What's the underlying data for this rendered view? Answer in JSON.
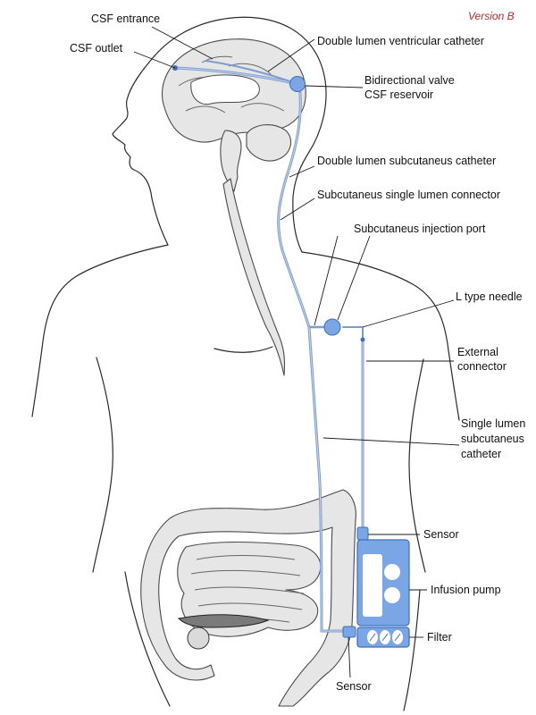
{
  "version_label": "Version B",
  "colors": {
    "tube": "#7d9ccf",
    "tube_light": "#c9d7ee",
    "device": "#7aa6e6",
    "device_dark": "#3d6fb8",
    "version": "#c0282a"
  },
  "labels": {
    "csf_entrance": "CSF entrance",
    "csf_outlet": "CSF outlet",
    "ventricular_catheter": "Double lumen ventricular catheter",
    "valve_line1": "Bidirectional valve",
    "valve_line2": "CSF reservoir",
    "subcutaneous_catheter": "Double lumen subcutaneus catheter",
    "single_lumen_connector": "Subcutaneus single lumen connector",
    "injection_port": "Subcutaneus injection port",
    "needle": "L type needle",
    "external_connector_line1": "External",
    "external_connector_line2": "connector",
    "single_lumen_line1": "Single lumen",
    "single_lumen_line2": "subcutaneus",
    "single_lumen_line3": "catheter",
    "sensor_top": "Sensor",
    "infusion_pump": "Infusion pump",
    "filter": "Filter",
    "sensor_bottom": "Sensor"
  }
}
